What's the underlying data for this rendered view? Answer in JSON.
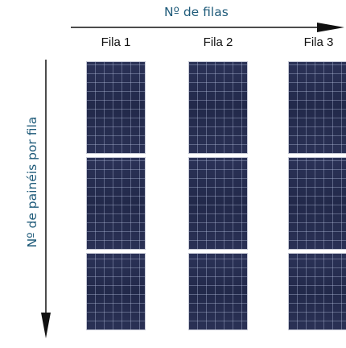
{
  "axis_x_label": "Nº de filas",
  "axis_y_label": "Nº de painéis por fila",
  "rows": [
    {
      "label": "Fila 1",
      "panels": 3
    },
    {
      "label": "Fila 2",
      "panels": 3
    },
    {
      "label": "Fila 3",
      "panels": 3
    }
  ],
  "colors": {
    "label_text": "#1f5b7a",
    "arrow": "#111111",
    "panel_cell": "#252c4e",
    "panel_frame": "#c6c9d6"
  }
}
